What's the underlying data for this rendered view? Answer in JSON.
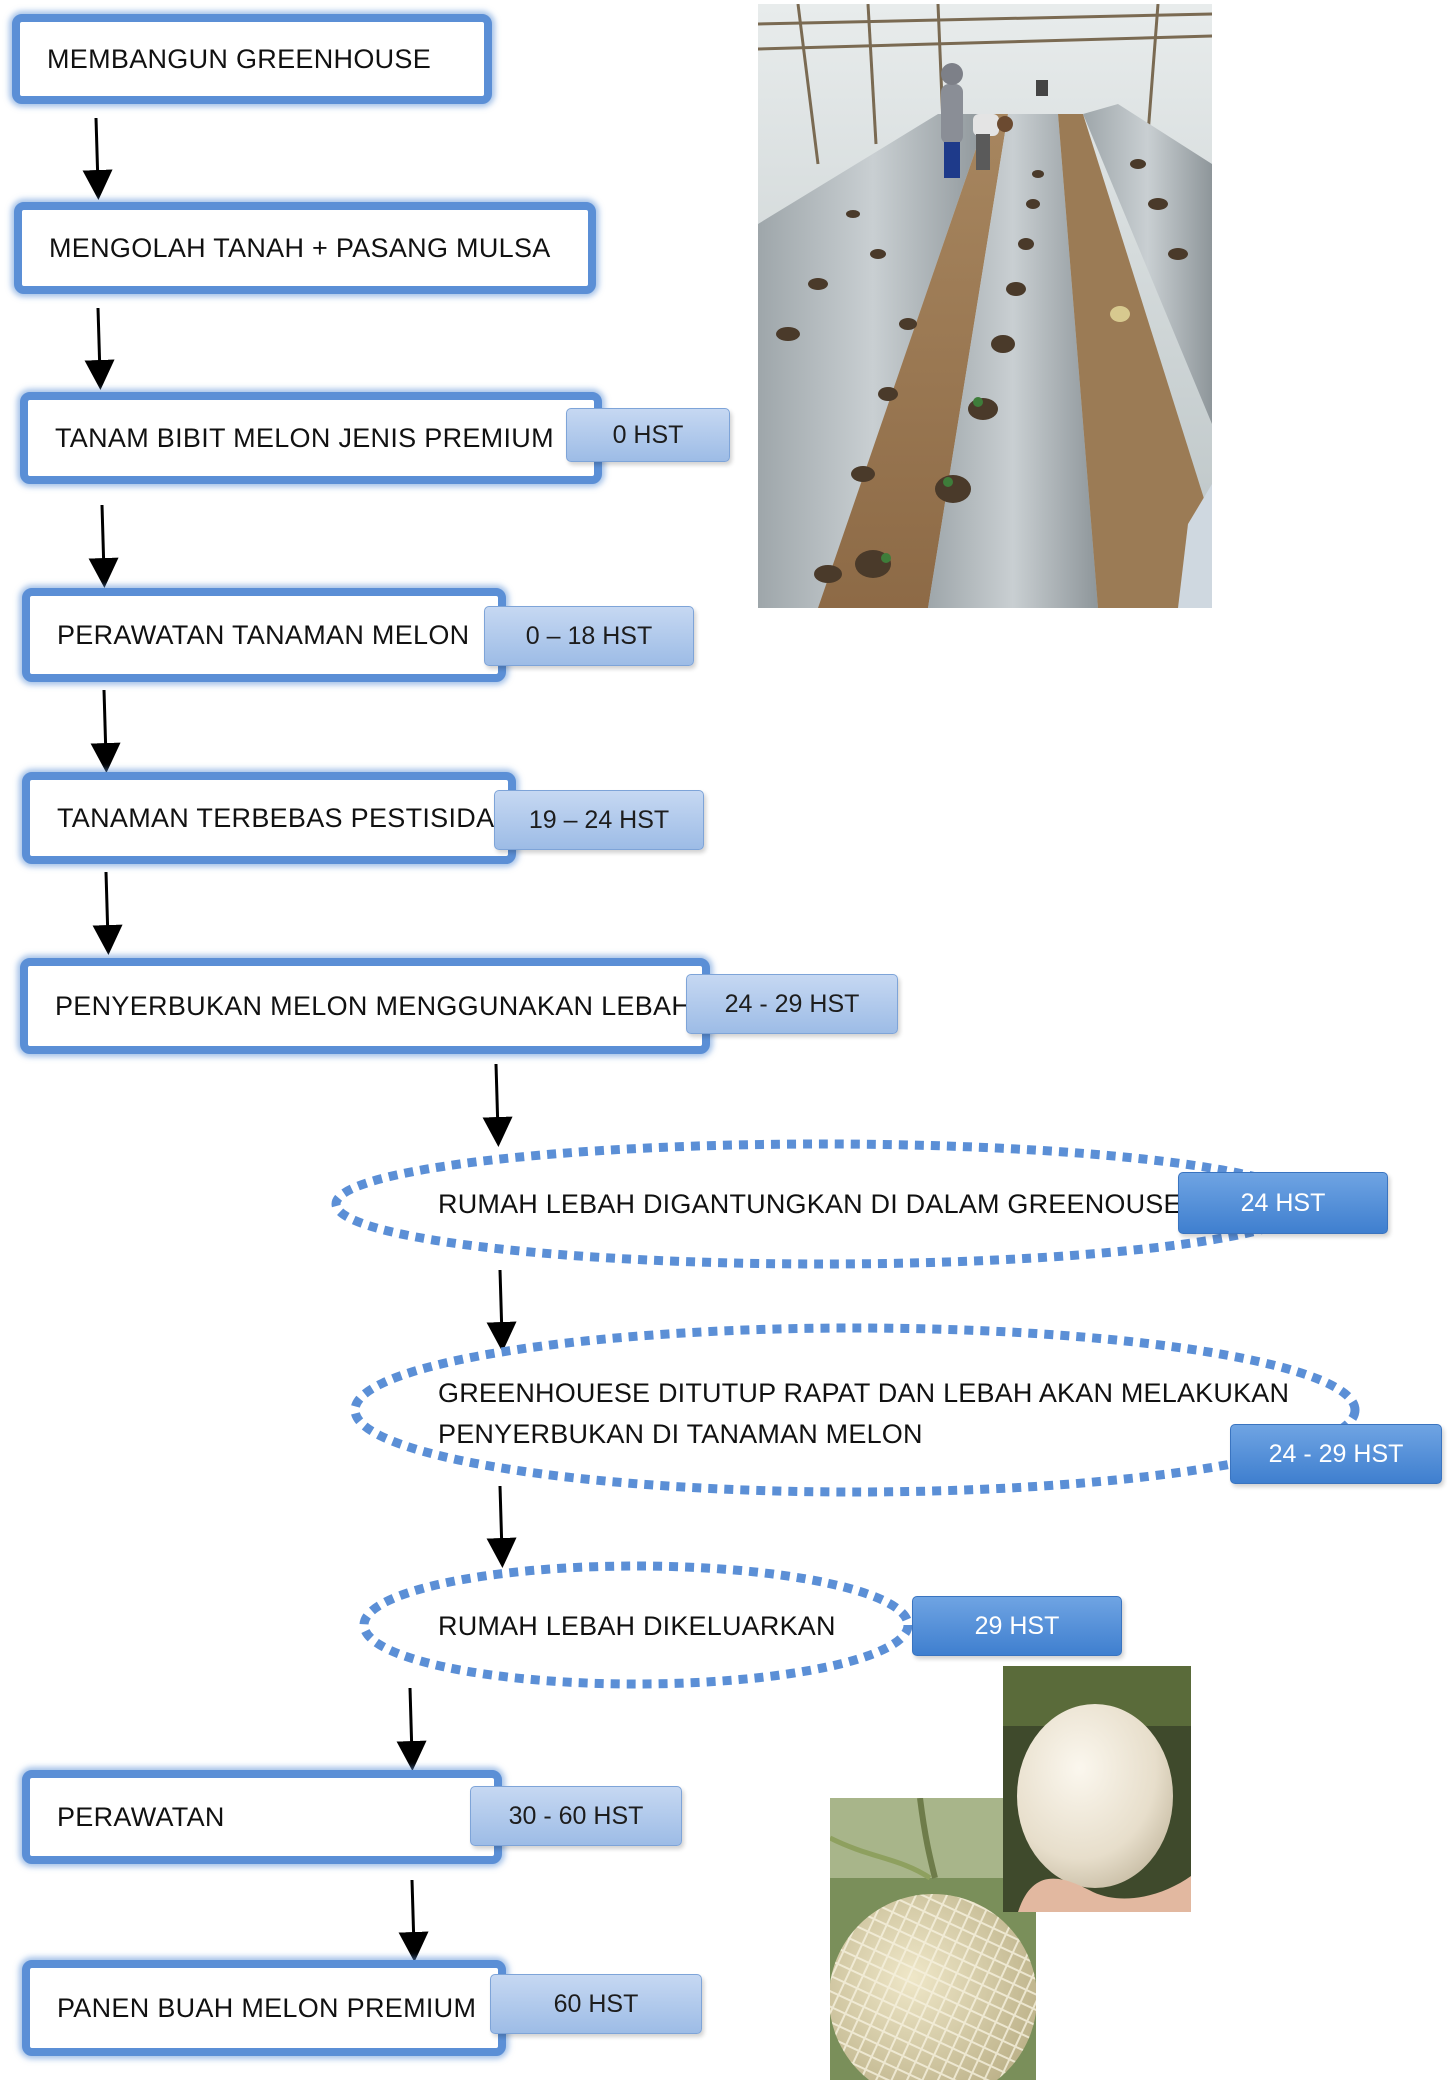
{
  "steps": [
    {
      "label": "MEMBANGUN GREENHOUSE"
    },
    {
      "label": "MENGOLAH TANAH + PASANG MULSA"
    },
    {
      "label": "TANAM BIBIT MELON JENIS PREMIUM",
      "badge": "0 HST"
    },
    {
      "label": "PERAWATAN TANAMAN MELON",
      "badge": "0 – 18 HST"
    },
    {
      "label": "TANAMAN TERBEBAS PESTISIDA",
      "badge": "19 – 24 HST"
    },
    {
      "label": "PENYERBUKAN MELON MENGGUNAKAN LEBAH",
      "badge": "24 - 29 HST"
    }
  ],
  "substeps": [
    {
      "label": "RUMAH LEBAH DIGANTUNGKAN DI DALAM GREENOUSE",
      "badge": "24 HST"
    },
    {
      "line1": "GREENHOUESE DITUTUP RAPAT DAN LEBAH AKAN MELAKUKAN",
      "line2": "PENYERBUKAN DI TANAMAN MELON",
      "badge": "24 - 29 HST"
    },
    {
      "label": "RUMAH LEBAH DIKELUARKAN",
      "badge": "29 HST"
    }
  ],
  "final_steps": [
    {
      "label": "PERAWATAN",
      "badge": "30 - 60 HST"
    },
    {
      "label": "PANEN BUAH MELON PREMIUM",
      "badge": "60 HST"
    }
  ],
  "colors": {
    "box_border": "#5b8fd6",
    "badge_light": "#b3cbee",
    "badge_dark": "#4a86d2",
    "oval_dots": "#5b8fd6"
  }
}
